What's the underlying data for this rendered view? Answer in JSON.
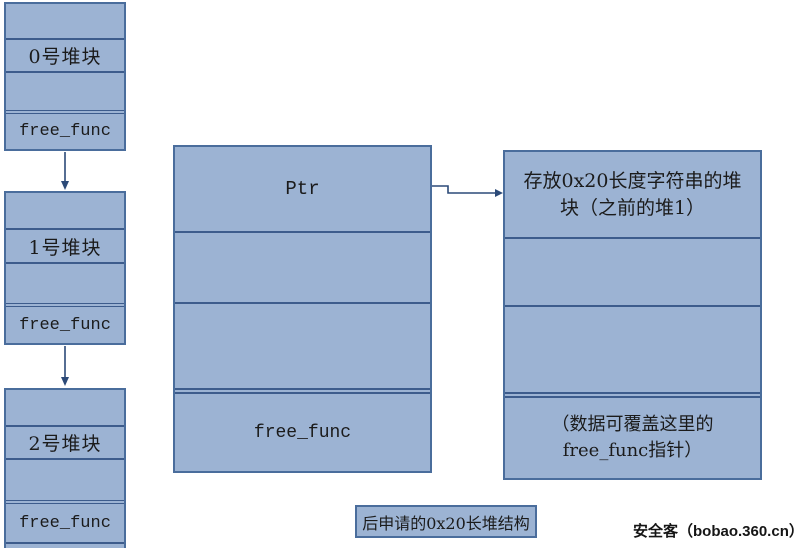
{
  "diagram": {
    "left_column": {
      "blocks": [
        {
          "title": "0号堆块",
          "slot": "free_func"
        },
        {
          "title": "1号堆块",
          "slot": "free_func"
        },
        {
          "title": "2号堆块",
          "slot": "free_func"
        }
      ]
    },
    "center_block": {
      "top_label": "Ptr",
      "bottom_label": "free_func"
    },
    "right_block": {
      "header": "存放0x20长度字符串的堆块（之前的堆1）",
      "footer": "（数据可覆盖这里的free_func指针）"
    },
    "caption": "后申请的0x20长堆结构",
    "watermark": "安全客（bobao.360.cn）",
    "colors": {
      "block_fill": "#9cb3d3",
      "block_border": "#4a6d9c",
      "separator_line": "#3d5c8c",
      "connector": "#2c4a78"
    }
  }
}
